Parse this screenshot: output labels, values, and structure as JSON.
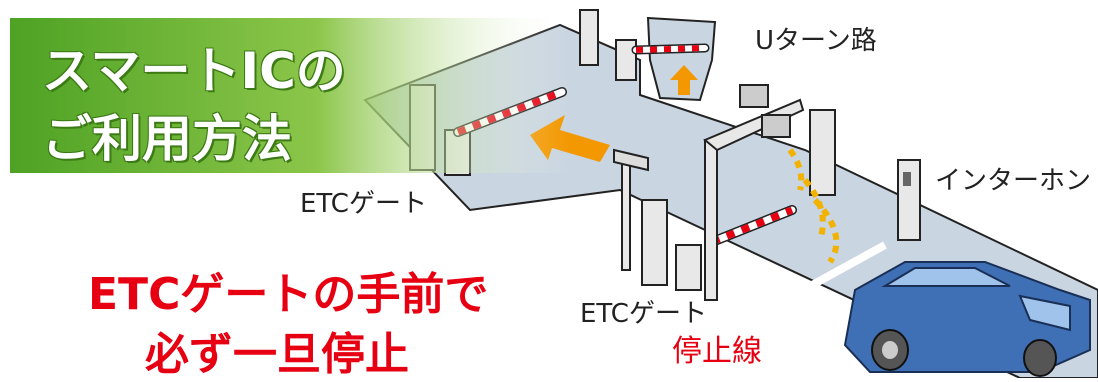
{
  "title": {
    "line1": "スマートICの",
    "line2": "ご利用方法"
  },
  "labels": {
    "uturn": "Uターン路",
    "etc_gate_upper": "ETCゲート",
    "etc_gate_lower": "ETCゲート",
    "intercom": "インターホン",
    "stop_line": "停止線"
  },
  "notice": {
    "line1": "ETCゲートの手前で",
    "line2": "必ず一旦停止"
  },
  "colors": {
    "banner_dark": "#5aab2a",
    "banner_light": "#ffffff",
    "road": "#c9d5e0",
    "arrow": "#f39800",
    "barrier_red": "#e60012",
    "car": "#3f6fb4",
    "notice_red": "#e60012"
  }
}
